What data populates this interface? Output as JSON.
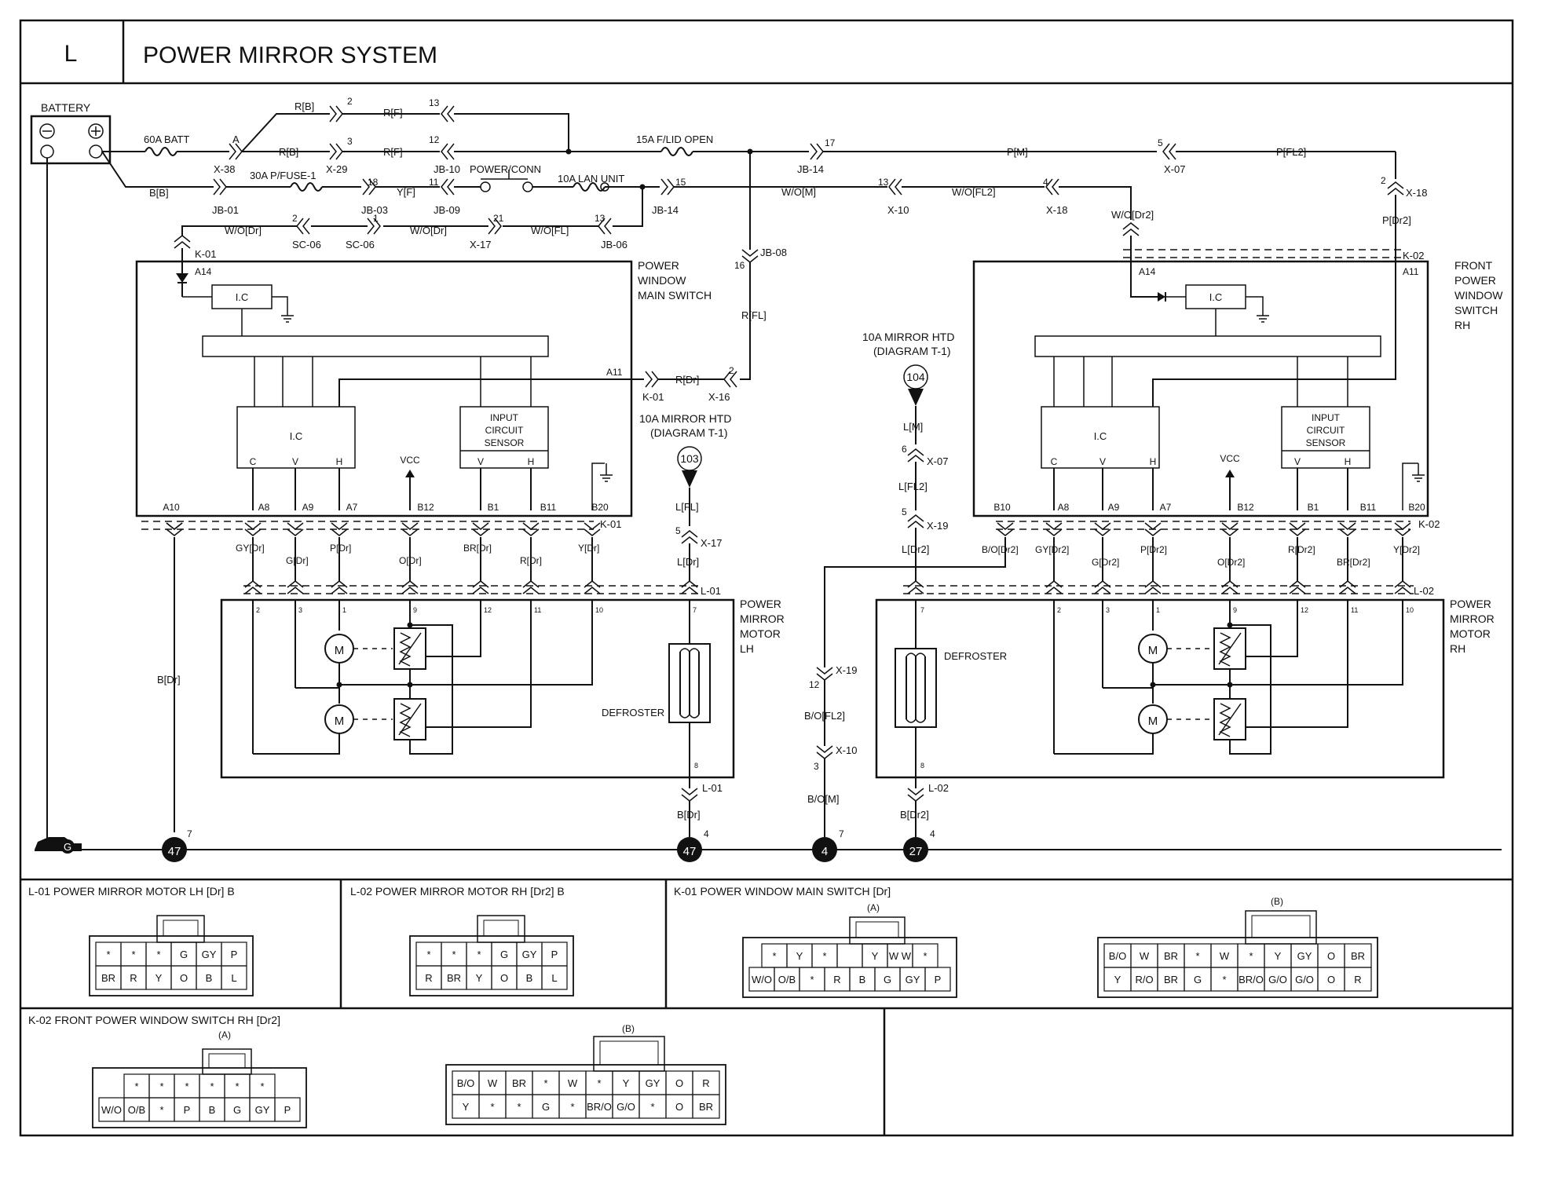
{
  "header": {
    "section": "L",
    "title": "POWER MIRROR SYSTEM"
  },
  "battery": "BATTERY",
  "fuses": {
    "f60": "60A BATT",
    "f30": "30A P/FUSE-1",
    "f15": "15A F/LID OPEN",
    "f10lan": "10A LAN UNIT",
    "powerconn": "POWER/CONN"
  },
  "wires": {
    "RB": "R[B]",
    "RF": "R[F]",
    "BB": "B[B]",
    "YF": "Y[F]",
    "PM": "P[M]",
    "PFL2": "P[FL2]",
    "WOM": "W/O[M]",
    "WOFL2": "W/O[FL2]",
    "WODr": "W/O[Dr]",
    "WOFL": "W/O[FL]",
    "WODr2": "W/O[Dr2]",
    "PDr2": "P[Dr2]",
    "RFL": "R[FL]",
    "RDr": "R[Dr]",
    "LM": "L[M]",
    "LFL2": "L[FL2]",
    "LDr2": "L[Dr2]",
    "LFL": "L[FL]",
    "LDr": "L[Dr]",
    "BDr": "B[Dr]",
    "BOFL2": "B/O[FL2]",
    "BOM": "B/O[M]",
    "BDr2": "B[Dr2]",
    "BODr2": "B/O[Dr2]",
    "left_bus": [
      "GY[Dr]",
      "G[Dr]",
      "P[Dr]",
      "O[Dr]",
      "BR[Dr]",
      "R[Dr]",
      "Y[Dr]"
    ],
    "right_bus": [
      "GY[Dr2]",
      "G[Dr2]",
      "P[Dr2]",
      "O[Dr2]",
      "R[Dr2]",
      "BR[Dr2]",
      "Y[Dr2]"
    ]
  },
  "connectors": {
    "X38": "X-38",
    "X29": "X-29",
    "JB10": "JB-10",
    "JB01": "JB-01",
    "JB03": "JB-03",
    "JB09": "JB-09",
    "JB14": "JB-14",
    "X07": "X-07",
    "X18": "X-18",
    "X10": "X-10",
    "SC06": "SC-06",
    "X17": "X-17",
    "JB06": "JB-06",
    "JB08": "JB-08",
    "K01": "K-01",
    "K02": "K-02",
    "X16": "X-16",
    "X19": "X-19",
    "L01": "L-01",
    "L02": "L-02"
  },
  "pins": {
    "p1": "1",
    "p2": "2",
    "p3": "3",
    "p4": "4",
    "p5": "5",
    "p6": "6",
    "p7": "7",
    "p8": "8",
    "p9": "9",
    "p10": "10",
    "p11": "11",
    "p12": "12",
    "p13": "13",
    "p15": "15",
    "p16": "16",
    "p17": "17",
    "p18": "18",
    "p21": "21",
    "pA": "A",
    "sw": [
      "A10",
      "A8",
      "A9",
      "A7",
      "B12",
      "B1",
      "B11",
      "B20"
    ],
    "sw_rh": [
      "B10",
      "A8",
      "A9",
      "A7",
      "B12",
      "B1",
      "B11",
      "B20"
    ],
    "A14": "A14",
    "A11": "A11",
    "motor_l": [
      "2",
      "3",
      "1",
      "9",
      "12",
      "11",
      "10",
      "7"
    ],
    "motor_r": [
      "7",
      "2",
      "3",
      "1",
      "9",
      "12",
      "11",
      "10"
    ]
  },
  "components": {
    "pw_main": [
      "POWER",
      "WINDOW",
      "MAIN SWITCH"
    ],
    "fpw_rh": [
      "FRONT",
      "POWER",
      "WINDOW",
      "SWITCH",
      "RH"
    ],
    "mm_lh": [
      "POWER",
      "MIRROR",
      "MOTOR",
      "LH"
    ],
    "mm_rh": [
      "POWER",
      "MIRROR",
      "MOTOR",
      "RH"
    ],
    "ic": "I.C",
    "input": [
      "INPUT",
      "CIRCUIT",
      "SENSOR"
    ],
    "vcc": "VCC",
    "cvh": [
      "C",
      "V",
      "H"
    ],
    "vh": [
      "V",
      "H"
    ],
    "defroster": "DEFROSTER",
    "motor": "M",
    "mirror_htd": [
      "10A MIRROR HTD",
      "(DIAGRAM T-1)"
    ],
    "ref103": "103",
    "ref104": "104"
  },
  "grounds": {
    "g": "G",
    "g47a": "47",
    "g47b": "47",
    "g4": "4",
    "g27": "27",
    "s7": "7",
    "s4": "4"
  },
  "panels": {
    "l01": "L-01 POWER MIRROR MOTOR LH [Dr] B",
    "l02": "L-02 POWER MIRROR MOTOR RH [Dr2] B",
    "k01": "K-01 POWER WINDOW MAIN SWITCH [Dr]",
    "k02": "K-02 FRONT POWER WINDOW SWITCH RH [Dr2]",
    "tagA": "(A)",
    "tagB": "(B)"
  },
  "pinouts": {
    "l01": {
      "top": [
        "*",
        "*",
        "*",
        "G",
        "GY",
        "P"
      ],
      "bot": [
        "BR",
        "R",
        "Y",
        "O",
        "B",
        "L"
      ]
    },
    "l02": {
      "top": [
        "*",
        "*",
        "*",
        "G",
        "GY",
        "P"
      ],
      "bot": [
        "R",
        "BR",
        "Y",
        "O",
        "B",
        "L"
      ]
    },
    "k01a": {
      "top": [
        "*",
        "Y",
        "*",
        "",
        "Y",
        "W W",
        "*"
      ],
      "bot": [
        "W/O",
        "O/B",
        "*",
        "R",
        "B",
        "G",
        "GY",
        "P"
      ]
    },
    "k01b": {
      "top": [
        "B/O",
        "W",
        "BR",
        "*",
        "W",
        "*",
        "Y",
        "GY",
        "O",
        "BR"
      ],
      "bot": [
        "Y",
        "R/O",
        "BR",
        "G",
        "*",
        "BR/O",
        "G/O",
        "G/O",
        "O",
        "R"
      ]
    },
    "k02a": {
      "top": [
        "*",
        "*",
        "*",
        "*",
        "*",
        "*"
      ],
      "bot": [
        "W/O",
        "O/B",
        "*",
        "P",
        "B",
        "G",
        "GY",
        "P"
      ]
    },
    "k02b": {
      "top": [
        "B/O",
        "W",
        "BR",
        "*",
        "W",
        "*",
        "Y",
        "GY",
        "O",
        "R"
      ],
      "bot": [
        "Y",
        "*",
        "*",
        "G",
        "*",
        "BR/O",
        "G/O",
        "*",
        "O",
        "BR"
      ]
    }
  }
}
